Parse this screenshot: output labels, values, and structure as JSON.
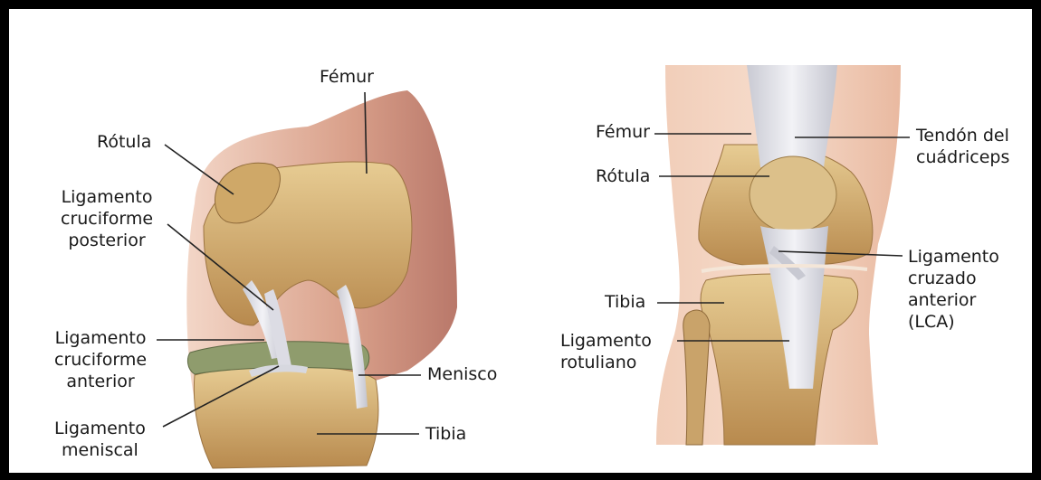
{
  "left_diagram": {
    "labels": {
      "femur": "Fémur",
      "rotula": "Rótula",
      "lig_cruciforme_posterior": "Ligamento\ncruciforme\nposterior",
      "lig_cruciforme_anterior": "Ligamento\ncruciforme\nanterior",
      "menisco": "Menisco",
      "lig_meniscal": "Ligamento\nmeniscal",
      "tibia": "Tibia"
    }
  },
  "right_diagram": {
    "labels": {
      "femur": "Fémur",
      "rotula": "Rótula",
      "tibia": "Tibia",
      "lig_rotuliano": "Ligamento\nrotuliano",
      "tendon_cuadriceps": "Tendón del\ncuádriceps",
      "lig_cruzado_anterior": "Ligamento\ncruzado\nanterior\n(LCA)"
    }
  },
  "colors": {
    "frame": "#000000",
    "background": "#ffffff",
    "skin": "#e8b49c",
    "bone": "#d4b07a",
    "ligament": "#e6e6ea",
    "meniscus": "#8c9a6e",
    "leader_line": "#222222"
  }
}
